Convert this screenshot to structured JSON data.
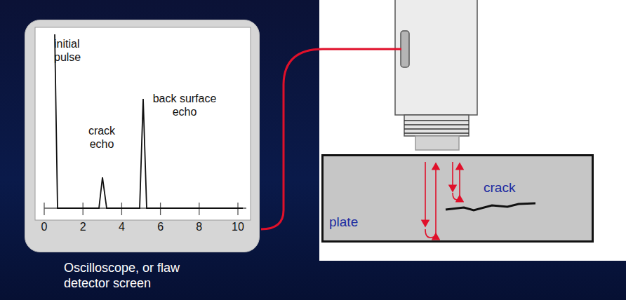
{
  "diagram": {
    "nodes": [
      {
        "text": [
          "Oscilloscope, or flaw detector screen"
        ]
      },
      {
        "text": [
          "plate"
        ]
      }
    ],
    "labels": [
      "initial pulse",
      "crack echo",
      "back surface echo",
      "0",
      "2",
      "4",
      "6",
      "8",
      "10",
      "crack"
    ]
  }
}
